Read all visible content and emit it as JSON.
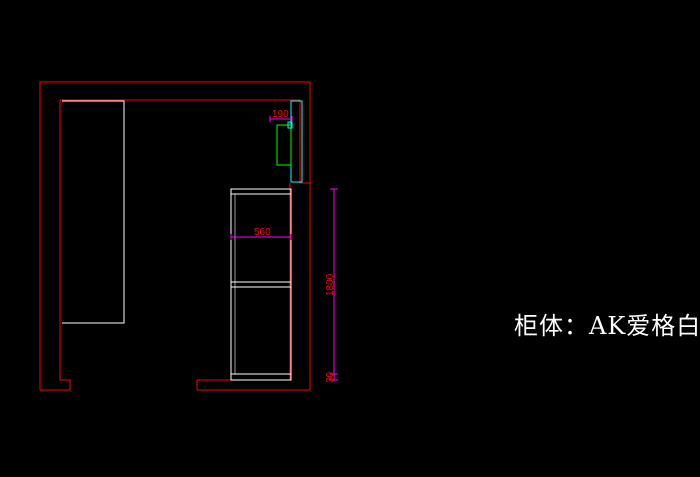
{
  "drawing": {
    "background": "#000000",
    "colors": {
      "wall": "#ff0000",
      "cabinet": "#ffffff",
      "dimension_line": "#ff00ff",
      "dimension_text": "#ff0000",
      "outlet": "#00ff00",
      "panel": "#00ffff"
    },
    "dimensions": {
      "outlet_width": "190",
      "cabinet_depth": "560",
      "cabinet_height": "1800",
      "base_height": "30"
    },
    "note": "柜体：AK爱格白"
  }
}
